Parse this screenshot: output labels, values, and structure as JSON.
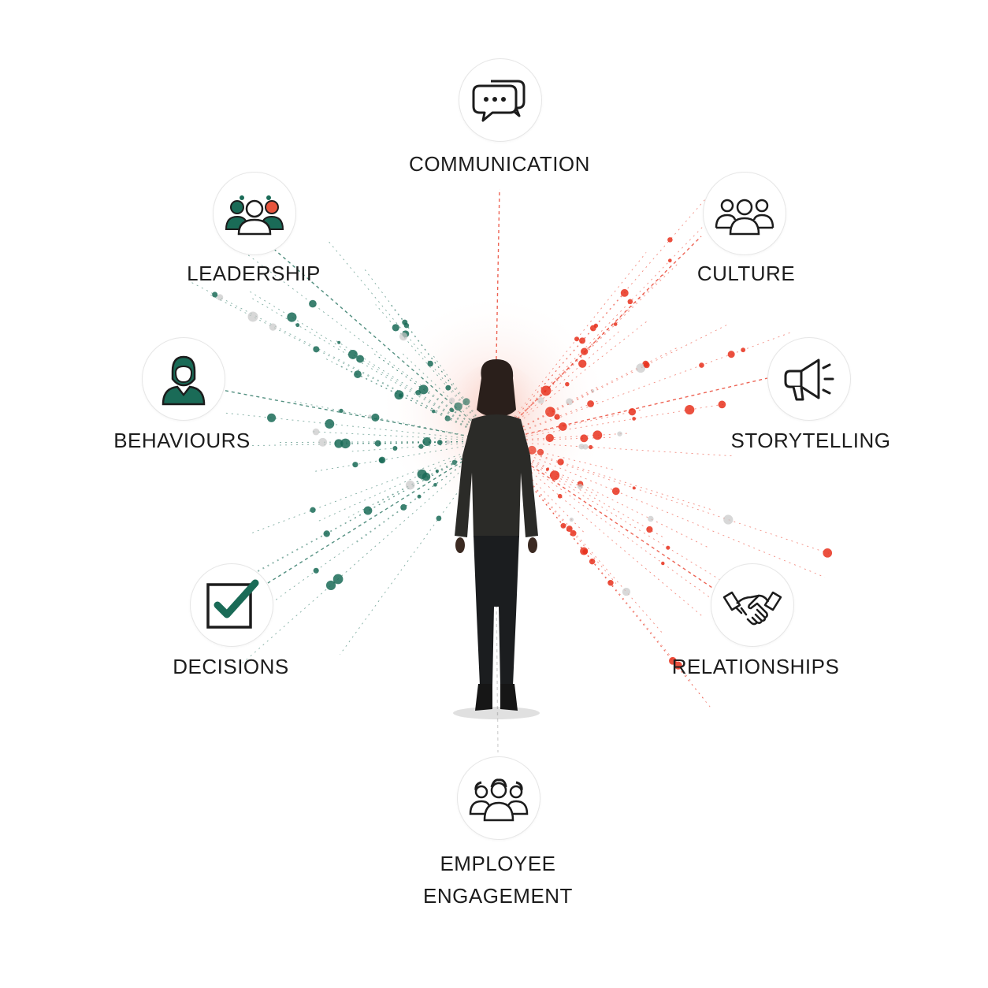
{
  "colors": {
    "green": "#1a6b57",
    "red": "#e8311d",
    "ink": "#1c1c1c"
  },
  "nodes": {
    "communication": {
      "label": "COMMUNICATION",
      "icon": "chat-bubbles-icon"
    },
    "leadership": {
      "label": "LEADERSHIP",
      "icon": "team-leader-icon"
    },
    "culture": {
      "label": "CULTURE",
      "icon": "group-icon"
    },
    "behaviours": {
      "label": "BEHAVIOURS",
      "icon": "person-icon"
    },
    "storytelling": {
      "label": "STORYTELLING",
      "icon": "megaphone-icon"
    },
    "decisions": {
      "label": "DECISIONS",
      "icon": "checkbox-icon"
    },
    "relationships": {
      "label": "RELATIONSHIPS",
      "icon": "handshake-icon"
    },
    "engagement": {
      "label_line1": "EMPLOYEE",
      "label_line2": "ENGAGEMENT",
      "icon": "people-icon"
    }
  }
}
